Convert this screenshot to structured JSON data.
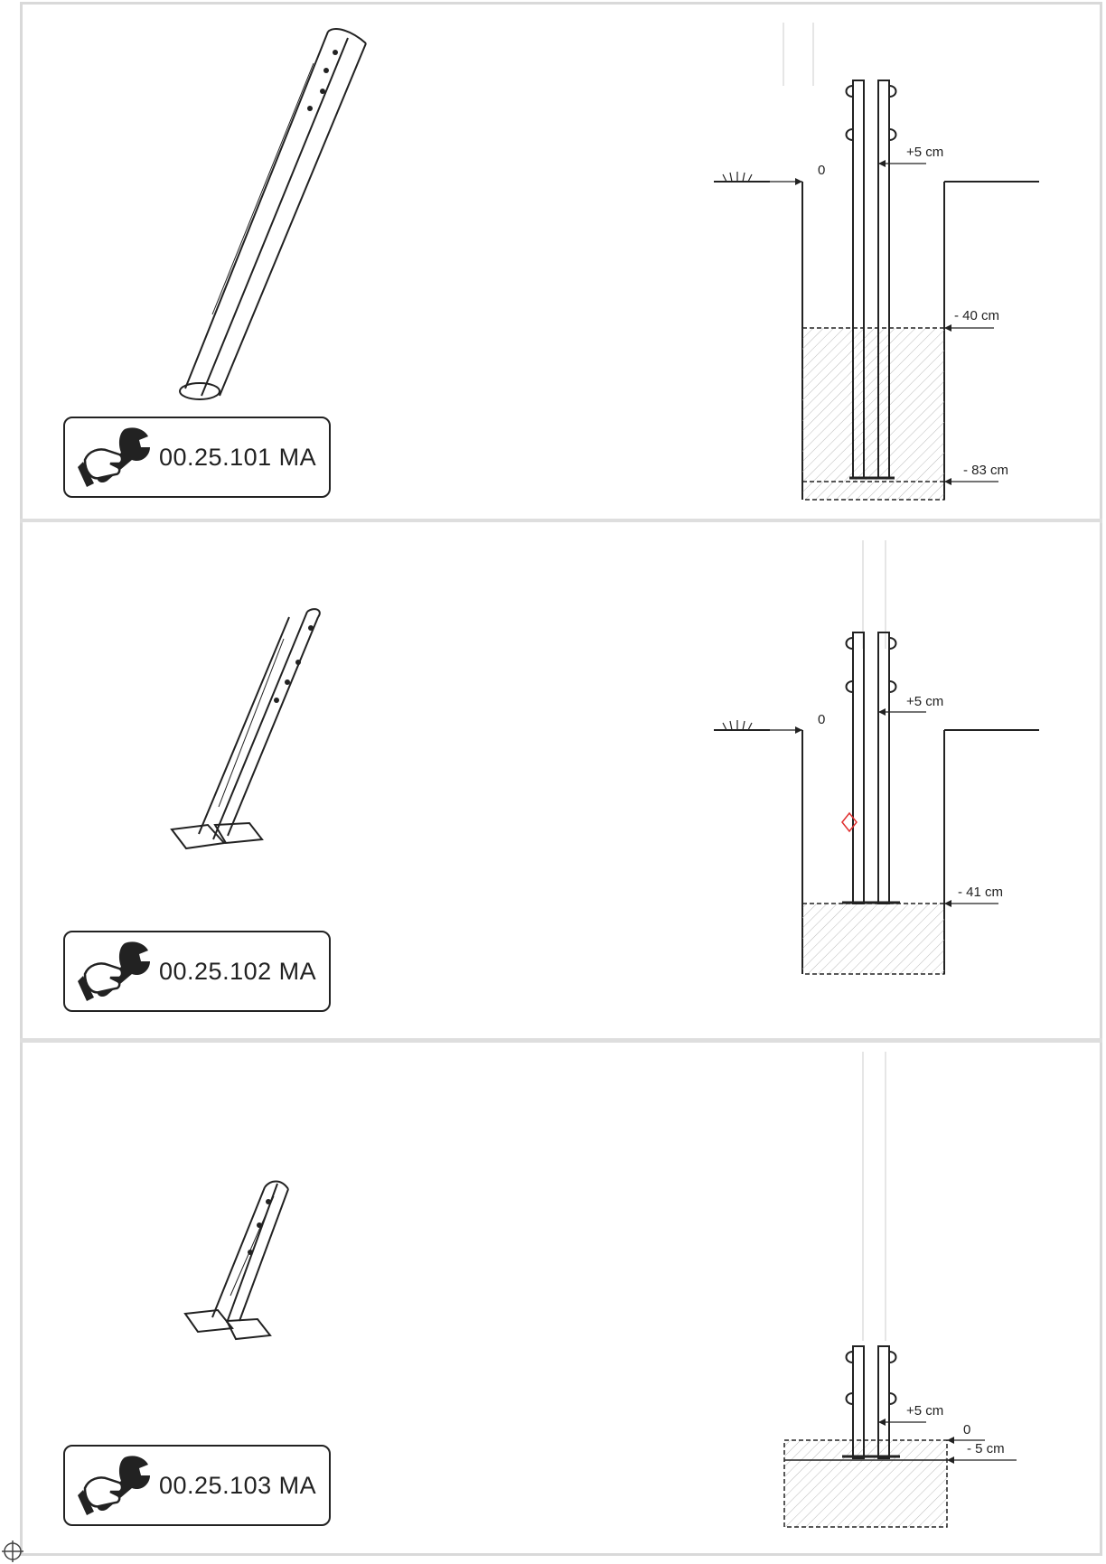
{
  "sections": [
    {
      "code": "00.25.101 MA",
      "labels": {
        "ground": "0",
        "top": "+5 cm",
        "mid": "- 40 cm",
        "bottom": "- 83 cm"
      }
    },
    {
      "code": "00.25.102 MA",
      "labels": {
        "ground": "0",
        "top": "+5 cm",
        "bottom": "- 41 cm"
      }
    },
    {
      "code": "00.25.103 MA",
      "labels": {
        "top": "+5 cm",
        "ground": "0",
        "bottom": "- 5 cm"
      }
    }
  ],
  "icons": {
    "tool": "hand-wrench-icon",
    "registration": "crosshair-icon"
  },
  "colors": {
    "frame": "#d9d9d9",
    "line": "#222222",
    "accent": "#e03030"
  }
}
